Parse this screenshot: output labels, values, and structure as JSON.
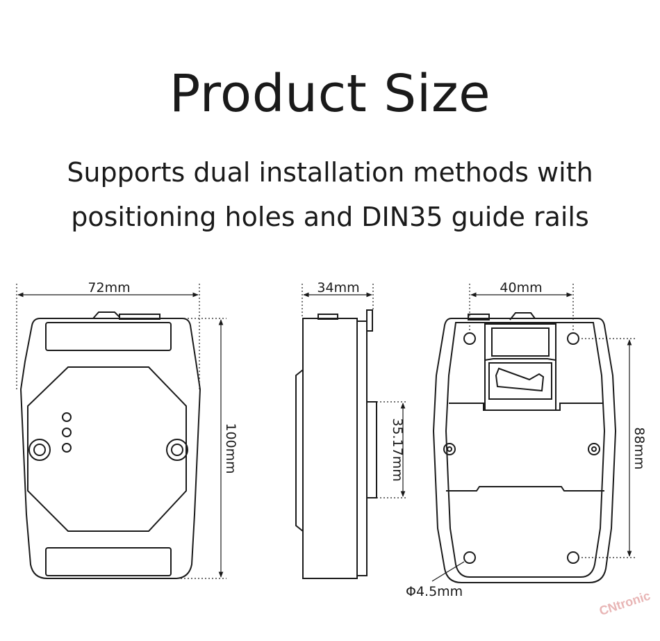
{
  "title": "Product Size",
  "subtitle_line1": "Supports dual installation methods with",
  "subtitle_line2": "positioning holes and DIN35 guide rails",
  "dimensions": {
    "front_width": "72mm",
    "front_height": "100mm",
    "side_depth": "34mm",
    "side_rail": "35.17mm",
    "back_hole_spacing": "40mm",
    "back_hole_height": "88mm",
    "hole_diameter": "Φ4.5mm"
  },
  "watermark": "CNtronic"
}
